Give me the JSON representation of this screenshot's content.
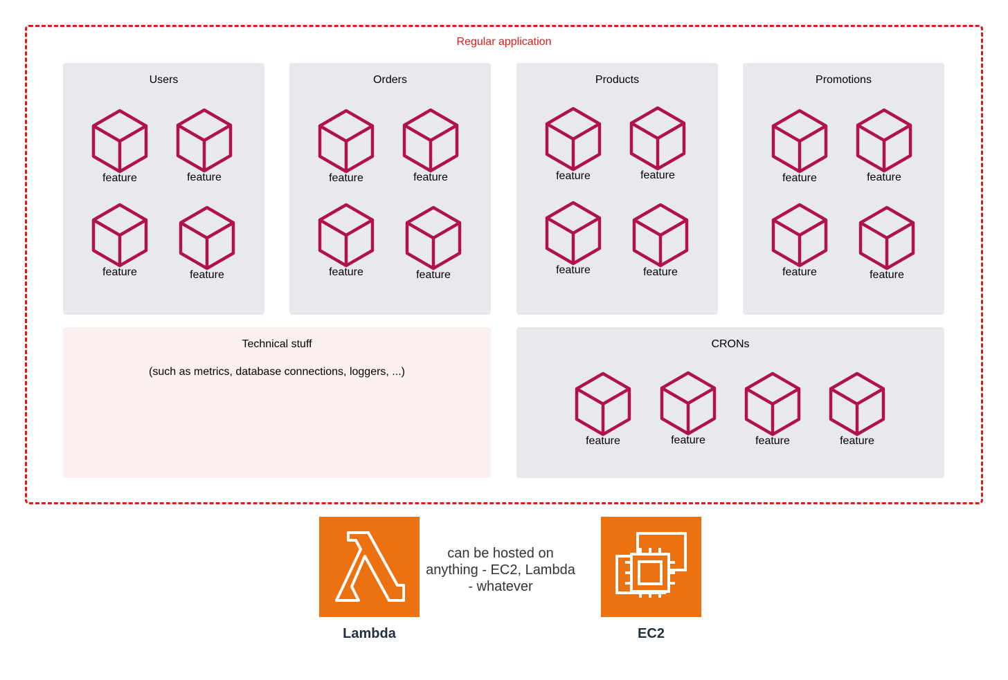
{
  "application": {
    "title": "Regular application"
  },
  "domains": [
    {
      "name": "Users",
      "features": [
        "feature",
        "feature",
        "feature",
        "feature"
      ]
    },
    {
      "name": "Orders",
      "features": [
        "feature",
        "feature",
        "feature",
        "feature"
      ]
    },
    {
      "name": "Products",
      "features": [
        "feature",
        "feature",
        "feature",
        "feature"
      ]
    },
    {
      "name": "Promotions",
      "features": [
        "feature",
        "feature",
        "feature",
        "feature"
      ]
    }
  ],
  "technical": {
    "title": "Technical stuff",
    "subtitle": "(such as metrics, database connections, loggers, ...)"
  },
  "crons": {
    "title": "CRONs",
    "features": [
      "feature",
      "feature",
      "feature",
      "feature"
    ]
  },
  "hosting": {
    "note": "can be hosted on anything - EC2, Lambda - whatever",
    "lambda": {
      "label": "Lambda",
      "icon": "lambda-icon"
    },
    "ec2": {
      "label": "EC2",
      "icon": "ec2-chip-icon"
    }
  },
  "colors": {
    "accent_red": "#dd1a1a",
    "cube": "#b0124e",
    "panel_gray": "#e8e9ed",
    "panel_pink": "#fcefef",
    "aws_orange": "#ec7211"
  },
  "icons": {
    "feature": "cube-icon"
  }
}
